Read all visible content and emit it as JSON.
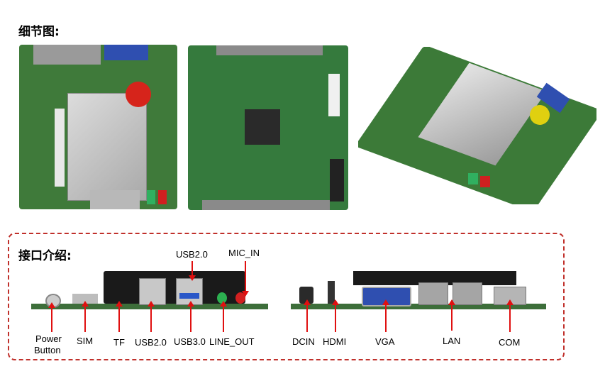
{
  "headings": {
    "details": "细节图:",
    "interfaces": "接口介绍:"
  },
  "left_panel_labels": {
    "usb20_top": "USB2.0",
    "mic_in": "MIC_IN",
    "power_button_line1": "Power",
    "power_button_line2": "Button",
    "sim": "SIM",
    "tf": "TF",
    "usb20_bottom": "USB2.0",
    "usb30": "USB3.0",
    "line_out": "LINE_OUT"
  },
  "right_panel_labels": {
    "dcin": "DCIN",
    "hdmi": "HDMI",
    "vga": "VGA",
    "lan": "LAN",
    "com": "COM"
  },
  "colors": {
    "arrow": "#e01010",
    "dashed_border": "#c0302b",
    "pcb_green": "#3f7a3a"
  }
}
